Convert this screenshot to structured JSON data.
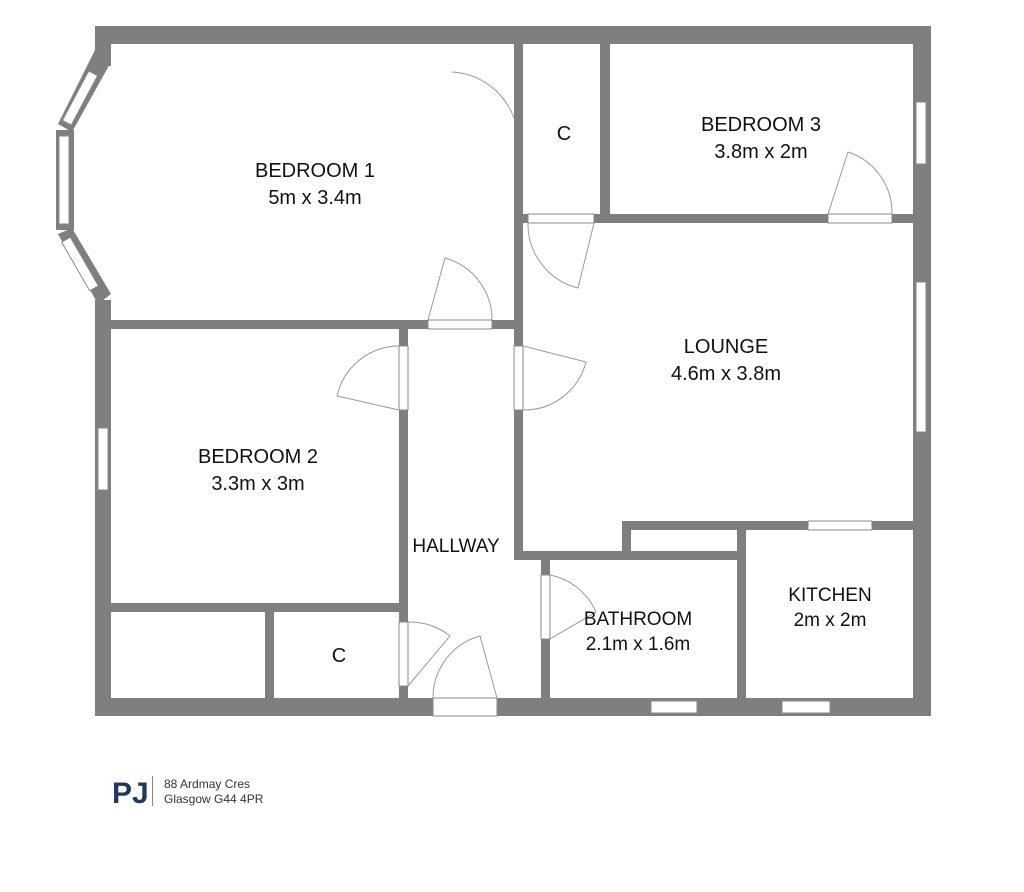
{
  "rooms": {
    "bedroom1": {
      "name": "BEDROOM 1",
      "dims": "5m x 3.4m"
    },
    "bedroom2": {
      "name": "BEDROOM 2",
      "dims": "3.3m x 3m"
    },
    "bedroom3": {
      "name": "BEDROOM 3",
      "dims": "3.8m x 2m"
    },
    "lounge": {
      "name": "LOUNGE",
      "dims": "4.6m x 3.8m"
    },
    "bathroom": {
      "name": "BATHROOM",
      "dims": "2.1m x 1.6m"
    },
    "kitchen": {
      "name": "KITCHEN",
      "dims": "2m x 2m"
    },
    "hallway": {
      "name": "HALLWAY"
    },
    "cupboard_top": {
      "name": "C"
    },
    "cupboard_bottom": {
      "name": "C"
    }
  },
  "footer": {
    "logo": "PJ",
    "address_line1": "88 Ardmay Cres",
    "address_line2": "Glasgow G44 4PR",
    "logo_color": "#1f3a5f"
  },
  "colors": {
    "wall": "#7f7f7f",
    "background": "#ffffff"
  }
}
